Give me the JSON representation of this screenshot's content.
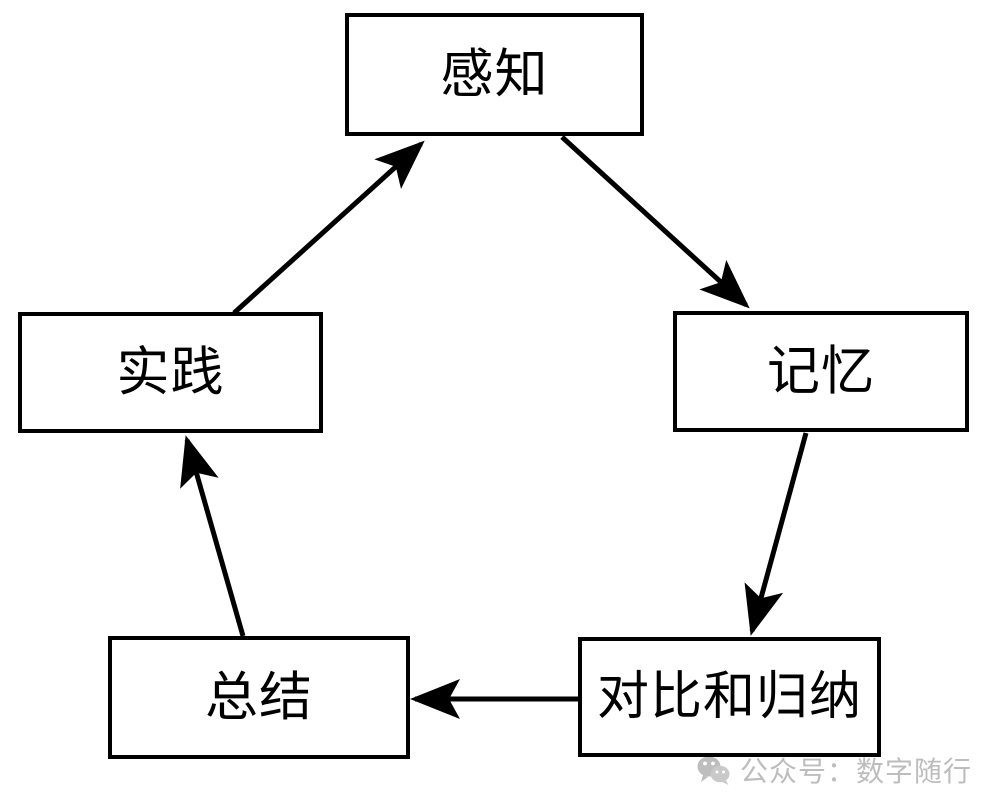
{
  "diagram": {
    "type": "cycle-flowchart",
    "title": "",
    "background_color": "#ffffff",
    "stroke_color": "#000000",
    "nodes": [
      {
        "id": "perception",
        "label": "感知",
        "position": "top"
      },
      {
        "id": "memory",
        "label": "记忆",
        "position": "right"
      },
      {
        "id": "compare",
        "label": "对比和归纳",
        "position": "bottom-right"
      },
      {
        "id": "summary",
        "label": "总结",
        "position": "bottom-left"
      },
      {
        "id": "practice",
        "label": "实践",
        "position": "left"
      }
    ],
    "edges": [
      {
        "from": "perception",
        "to": "memory",
        "style": "solid-arrow"
      },
      {
        "from": "memory",
        "to": "compare",
        "style": "solid-arrow"
      },
      {
        "from": "compare",
        "to": "summary",
        "style": "solid-arrow"
      },
      {
        "from": "summary",
        "to": "practice",
        "style": "solid-arrow"
      },
      {
        "from": "practice",
        "to": "perception",
        "style": "solid-arrow"
      }
    ]
  },
  "watermark": {
    "icon": "wechat-icon",
    "text": "公众号：数字随行",
    "color": "#bdbdbd"
  }
}
